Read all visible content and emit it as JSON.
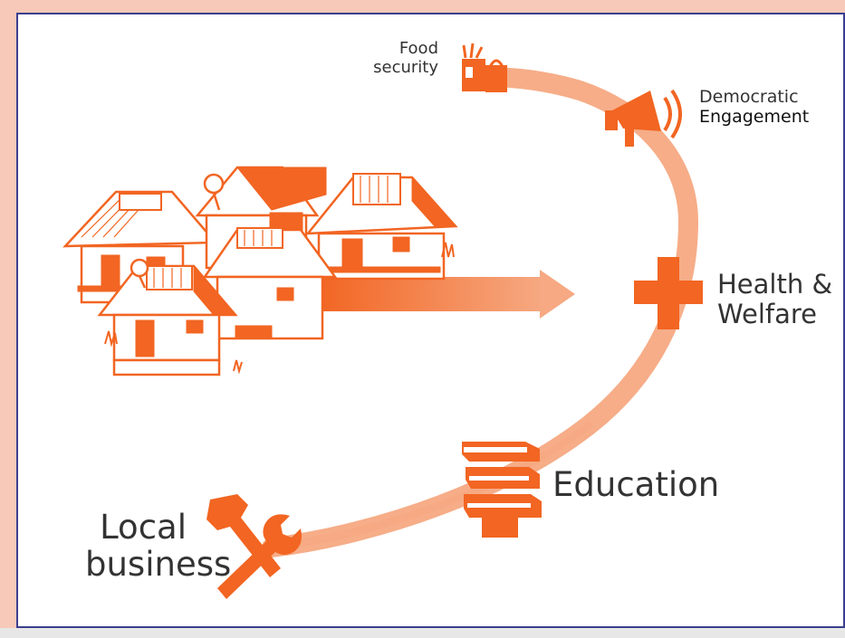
{
  "labels": {
    "food": [
      "Food",
      "security"
    ],
    "democratic": [
      "Democratic",
      "Engagement"
    ],
    "health": [
      "Health &",
      "Welfare"
    ],
    "education": "Education",
    "local": [
      "Local",
      "business"
    ]
  },
  "icons": {
    "houses": "village-houses-icon",
    "arrow": "arrow-right-icon",
    "food": "grocery-bags-icon",
    "democratic": "megaphone-icon",
    "health": "medical-cross-icon",
    "education": "books-stack-icon",
    "local": "hammer-wrench-icon"
  },
  "colors": {
    "accent": "#f26522",
    "arc": "#f6a982",
    "frame": "#f6c9b8",
    "border": "#3b3f8f"
  }
}
